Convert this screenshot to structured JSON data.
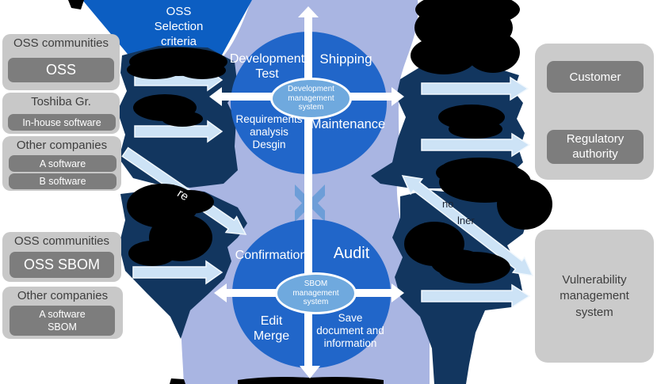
{
  "colors": {
    "circle_blue": "#2166c9",
    "funnel_blue": "#0c5ec2",
    "periwinkle_background": "#a9b5e2",
    "navy_blob": "#12365f",
    "arrow_light_blue": "#cde3f6",
    "inter_circle_chevron": "#6d9ed8",
    "box_outer_gray": "#c8c8c8",
    "box_inner_gray": "#7d7d7d",
    "redaction_black": "#000000"
  },
  "funnel": {
    "label": "OSS\nSelection\ncriteria"
  },
  "left_panel": {
    "groups": [
      {
        "header": "OSS communities",
        "items": [
          "OSS"
        ]
      },
      {
        "header": "Toshiba Gr.",
        "items": [
          "In-house software"
        ]
      },
      {
        "header": "Other companies",
        "items": [
          "A software",
          "B software"
        ]
      },
      {
        "header": "OSS communities",
        "items": [
          "OSS SBOM"
        ]
      },
      {
        "header": "Other companies",
        "items": [
          "A software\nSBOM"
        ]
      }
    ]
  },
  "development_cycle": {
    "center_system": "Development\nmanagement\nsystem",
    "quadrants": {
      "top_left": "Development\nTest",
      "top_right": "Shipping",
      "bottom_left": "Requirements\nanalysis\nDesgin",
      "bottom_right": "Maintenance"
    }
  },
  "sbom_cycle": {
    "center_system": "SBOM\nmanagement\nsystem",
    "quadrants": {
      "top_left": "Confirmation",
      "top_right": "Audit",
      "bottom_left": "Edit\nMerge",
      "bottom_right": "Save\ndocument and\ninformation"
    }
  },
  "right_panel": {
    "customer": "Customer",
    "regulatory": "Regulatory\nauthority",
    "vulnerability": "Vulnerability\nmanagement\nsystem"
  },
  "obscured_fragments": {
    "left_diagonal": "re",
    "vuln_fragment_1": "no",
    "vuln_fragment_2": "lner"
  }
}
